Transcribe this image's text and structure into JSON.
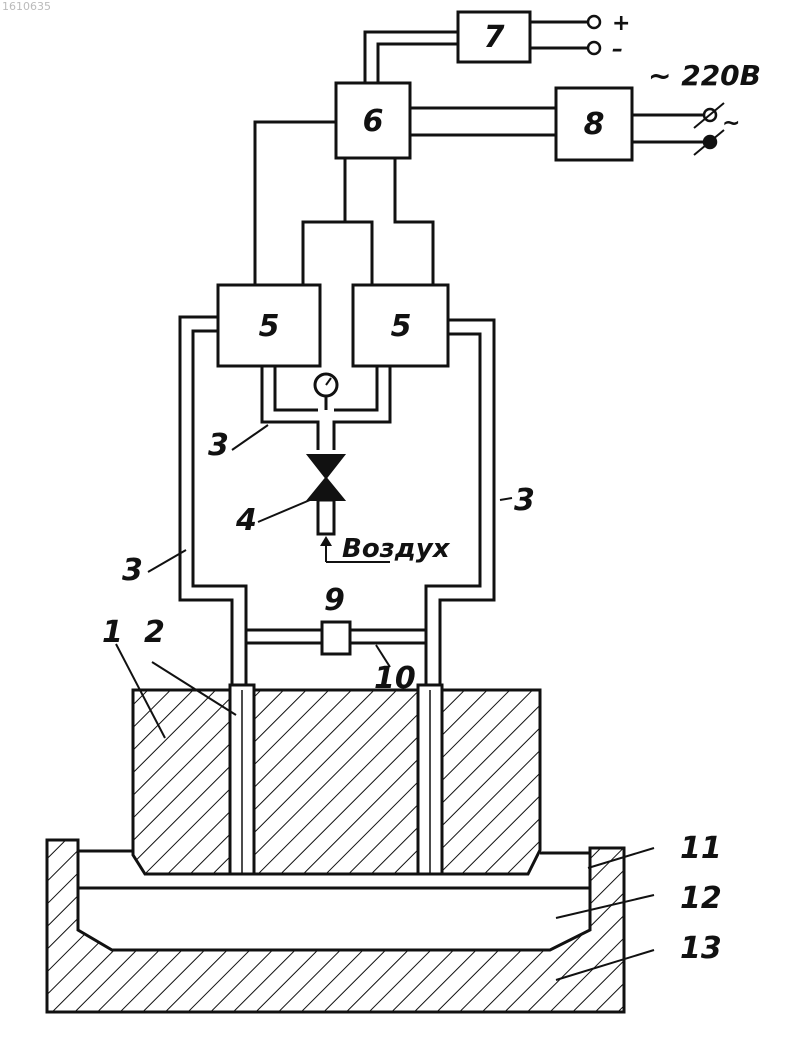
{
  "header_code": "1610635",
  "blocks": {
    "b5a": "5",
    "b5b": "5",
    "b6": "6",
    "b7": "7",
    "b8": "8"
  },
  "terminals": {
    "plus": "+",
    "minus": "–",
    "ac_voltage": "~ 220В",
    "ac_symbol": "~"
  },
  "labels": {
    "l1": "1",
    "l2": "2",
    "l3_left_inner": "3",
    "l3_left_outer": "3",
    "l3_right": "3",
    "l4": "4",
    "l9": "9",
    "l10": "10",
    "l11": "11",
    "l12": "12",
    "l13": "13",
    "air": "Воздух"
  }
}
